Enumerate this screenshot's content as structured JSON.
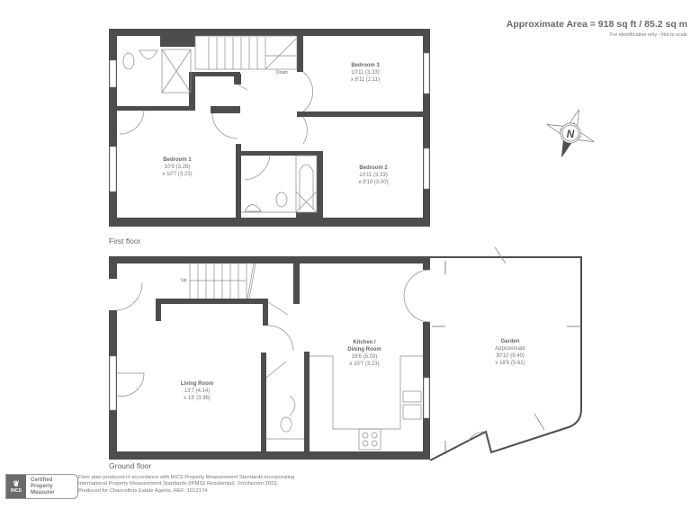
{
  "header": {
    "area_title": "Approximate Area = 918 sq ft / 85.2 sq m",
    "area_subtitle": "For identification only - Not to scale"
  },
  "compass": {
    "label": "N",
    "icon": "north-compass-rose-icon"
  },
  "first_floor": {
    "label": "First floor",
    "stairs_label": "Down",
    "rooms": [
      {
        "name": "Bedroom 3",
        "dim1": "10'11 (3.33)",
        "dim2": "x 6'11 (2.11)"
      },
      {
        "name": "Bedroom 1",
        "dim1": "10'9 (3.28)",
        "dim2": "x 10'7 (3.23)"
      },
      {
        "name": "Bedroom 2",
        "dim1": "10'11 (3.33)",
        "dim2": "x 9'10 (3.00)"
      }
    ]
  },
  "ground_floor": {
    "label": "Ground floor",
    "stairs_label": "Up",
    "rooms": [
      {
        "name": "Kitchen /",
        "name2": "Dining Room",
        "dim1": "16'6 (5.03)",
        "dim2": "x 10'7 (3.23)"
      },
      {
        "name": "Garden",
        "name2": "Approximate",
        "dim1": "30'10 (9.40)",
        "dim2": "x 18'5 (5.61)"
      },
      {
        "name": "Living Room",
        "dim1": "13'7 (4.14)",
        "dim2": "x 13' (3.96)"
      }
    ]
  },
  "badge": {
    "org": "RICS",
    "line1": "Certified",
    "line2": "Property",
    "line3": "Measurer"
  },
  "footer": {
    "line1": "Floor plan produced in accordance with RICS Property Measurement Standards incorporating",
    "line2": "International Property Measurement Standards (IPMS2 Residential).   ©nichecom 2023.",
    "line3": "Produced for Chancellors Estate Agents.   REF: 1012174"
  },
  "colors": {
    "wall": "#4d4d4d",
    "line": "#8a8a8a",
    "text": "#666666"
  }
}
